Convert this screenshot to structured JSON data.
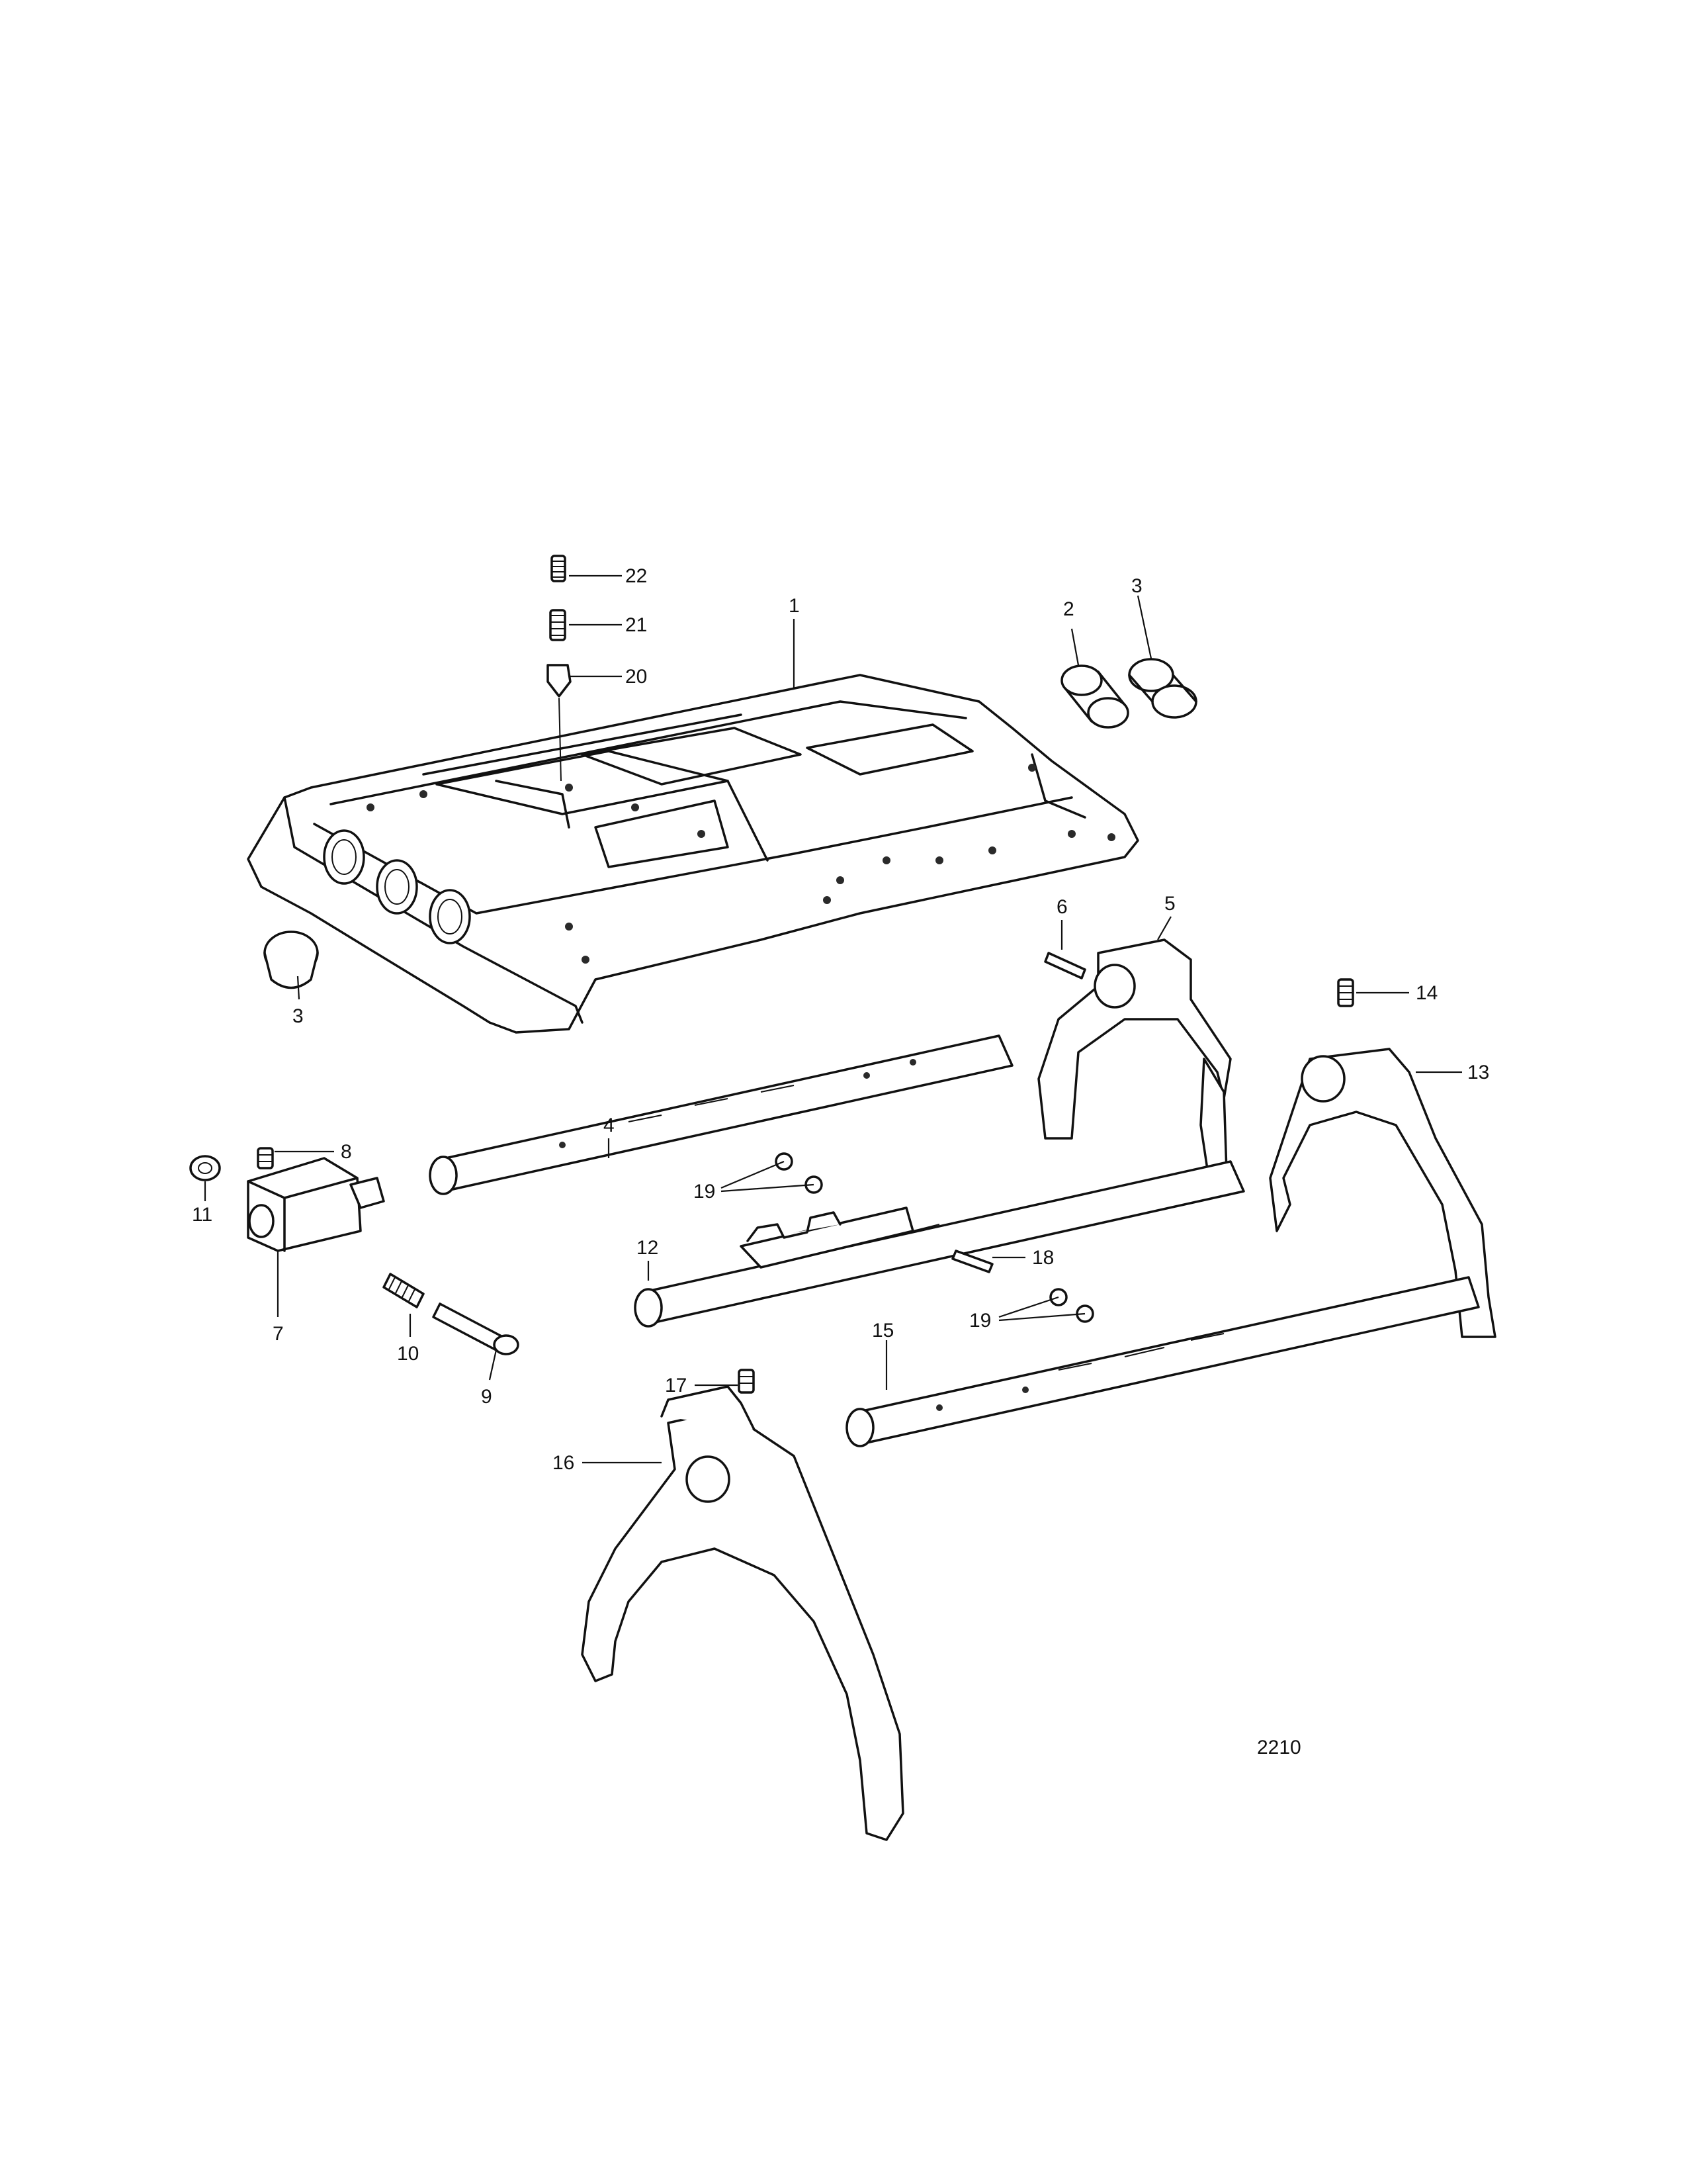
{
  "figure_number": "2210",
  "callouts": [
    {
      "id": "c1",
      "label": "1"
    },
    {
      "id": "c2",
      "label": "2"
    },
    {
      "id": "c3a",
      "label": "3"
    },
    {
      "id": "c3b",
      "label": "3"
    },
    {
      "id": "c4",
      "label": "4"
    },
    {
      "id": "c5",
      "label": "5"
    },
    {
      "id": "c6",
      "label": "6"
    },
    {
      "id": "c7",
      "label": "7"
    },
    {
      "id": "c8",
      "label": "8"
    },
    {
      "id": "c9",
      "label": "9"
    },
    {
      "id": "c10",
      "label": "10"
    },
    {
      "id": "c11",
      "label": "11"
    },
    {
      "id": "c12",
      "label": "12"
    },
    {
      "id": "c13",
      "label": "13"
    },
    {
      "id": "c14",
      "label": "14"
    },
    {
      "id": "c15",
      "label": "15"
    },
    {
      "id": "c16",
      "label": "16"
    },
    {
      "id": "c17",
      "label": "17"
    },
    {
      "id": "c18",
      "label": "18"
    },
    {
      "id": "c19a",
      "label": "19"
    },
    {
      "id": "c19b",
      "label": "19"
    },
    {
      "id": "c20",
      "label": "20"
    },
    {
      "id": "c21",
      "label": "21"
    },
    {
      "id": "c22",
      "label": "22"
    }
  ]
}
